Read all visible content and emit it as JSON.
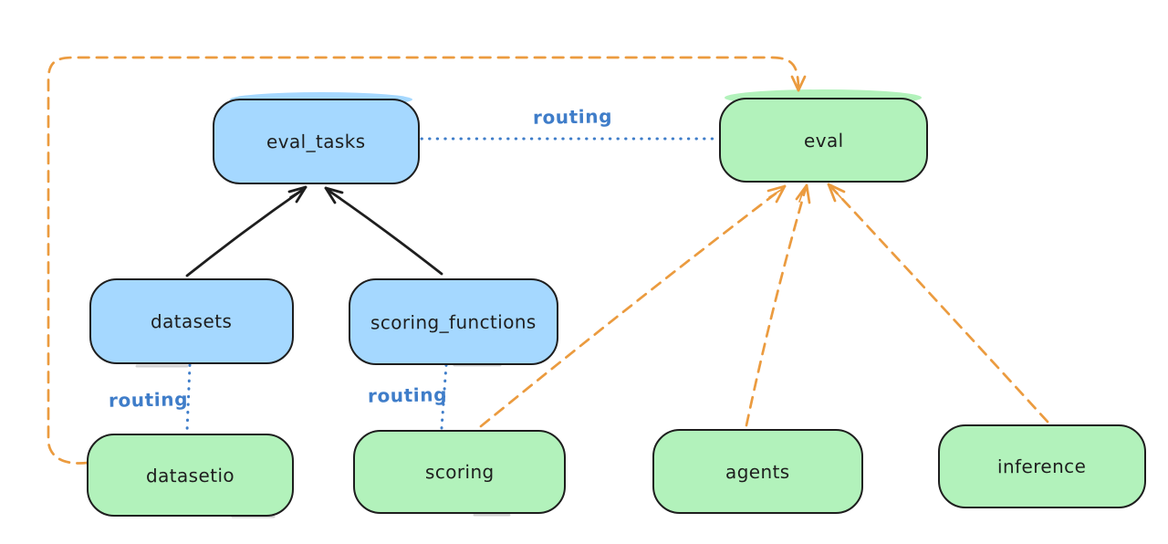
{
  "diagram": {
    "type": "architecture-diagram",
    "background": "#ffffff",
    "nodes": [
      {
        "id": "eval_tasks",
        "label": "eval_tasks",
        "kind": "resource",
        "fill": "#a5d8ff"
      },
      {
        "id": "eval",
        "label": "eval",
        "kind": "api",
        "fill": "#b2f2bb"
      },
      {
        "id": "datasets",
        "label": "datasets",
        "kind": "resource",
        "fill": "#a5d8ff"
      },
      {
        "id": "scoring_functions",
        "label": "scoring_functions",
        "kind": "resource",
        "fill": "#a5d8ff"
      },
      {
        "id": "datasetio",
        "label": "datasetio",
        "kind": "api",
        "fill": "#b2f2bb"
      },
      {
        "id": "scoring",
        "label": "scoring",
        "kind": "api",
        "fill": "#b2f2bb"
      },
      {
        "id": "agents",
        "label": "agents",
        "kind": "api",
        "fill": "#b2f2bb"
      },
      {
        "id": "inference",
        "label": "inference",
        "kind": "api",
        "fill": "#b2f2bb"
      }
    ],
    "edges": [
      {
        "from": "datasets",
        "to": "eval_tasks",
        "style": "solid",
        "color": "#1e1e1e",
        "arrow": "end",
        "label": ""
      },
      {
        "from": "scoring_functions",
        "to": "eval_tasks",
        "style": "solid",
        "color": "#1e1e1e",
        "arrow": "end",
        "label": ""
      },
      {
        "from": "eval_tasks",
        "to": "eval",
        "style": "dotted",
        "color": "#3f7dc9",
        "arrow": "none",
        "label": "routing"
      },
      {
        "from": "datasets",
        "to": "datasetio",
        "style": "dotted",
        "color": "#3f7dc9",
        "arrow": "none",
        "label": "routing"
      },
      {
        "from": "scoring_functions",
        "to": "scoring",
        "style": "dotted",
        "color": "#3f7dc9",
        "arrow": "none",
        "label": "routing"
      },
      {
        "from": "datasetio",
        "to": "eval",
        "style": "dashed",
        "color": "#eb9b3f",
        "arrow": "end",
        "label": ""
      },
      {
        "from": "scoring",
        "to": "eval",
        "style": "dashed",
        "color": "#eb9b3f",
        "arrow": "end",
        "label": ""
      },
      {
        "from": "agents",
        "to": "eval",
        "style": "dashed",
        "color": "#eb9b3f",
        "arrow": "end",
        "label": ""
      },
      {
        "from": "inference",
        "to": "eval",
        "style": "dashed",
        "color": "#eb9b3f",
        "arrow": "end",
        "label": ""
      }
    ],
    "colors": {
      "node_fill_blue": "#a5d8ff",
      "node_fill_green": "#b2f2bb",
      "node_stroke": "#1e1e1e",
      "routing_blue": "#3f7dc9",
      "provider_orange": "#eb9b3f"
    }
  }
}
